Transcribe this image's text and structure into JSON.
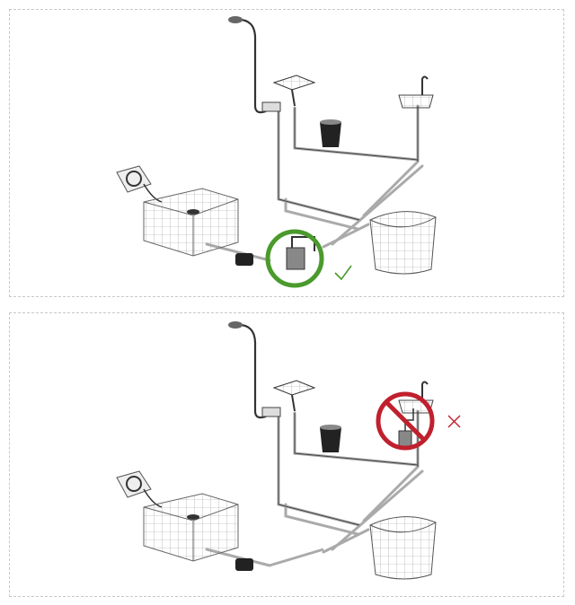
{
  "colors": {
    "correct": "#4a9a2c",
    "incorrect": "#c0202e",
    "pipe": "#9a9a9a",
    "frame": "#c8c8c8"
  },
  "panels": [
    {
      "status": "correct",
      "marker_icon": "check-icon",
      "highlight": "circle-highlight",
      "heater_location": "inline-near-pump"
    },
    {
      "status": "incorrect",
      "marker_icon": "x-icon",
      "highlight": "prohibited-sign",
      "heater_location": "under-sink"
    }
  ]
}
